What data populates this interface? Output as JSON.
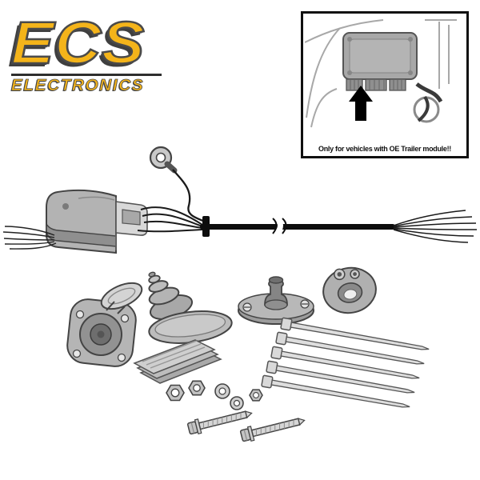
{
  "logo": {
    "brand": "ECS",
    "subtitle": "ELECTRONICS",
    "brand_color": "#F4B41A",
    "outline_color": "#4A4A4A"
  },
  "inset": {
    "caption": "Only for vehicles with OE Trailer module!!",
    "border_color": "#101010"
  },
  "illustration": {
    "cable_color": "#0D0D0D",
    "part_fill": "#B5B5B5",
    "part_stroke": "#444444",
    "icons": [
      "ring-terminal-icon",
      "vehicle-module-icon",
      "main-cable-icon",
      "cable-break-icon",
      "frayed-wires-icon",
      "seven-pin-socket-icon",
      "rubber-grommet-cone-icon",
      "oval-cover-plate-icon",
      "mounting-plate-boot-icon",
      "round-grommet-icon",
      "adhesive-pads-icon",
      "cable-tie-icon",
      "hex-nut-icon",
      "washer-icon",
      "screw-icon",
      "up-arrow-icon",
      "oe-module-icon"
    ]
  }
}
